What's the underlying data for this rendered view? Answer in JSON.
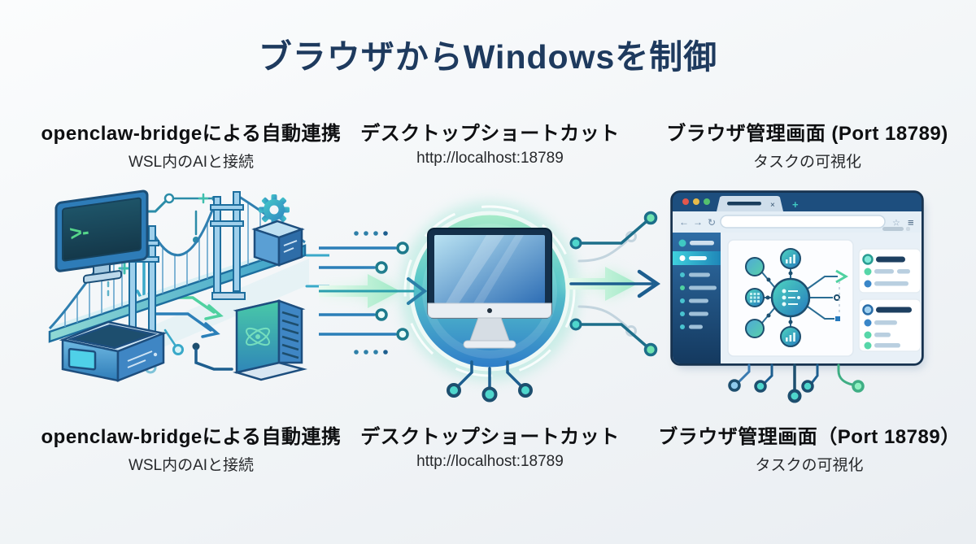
{
  "title": "ブラウザからWindowsを制御",
  "columns": {
    "bridge": {
      "top_heading": "openclaw-bridgeによる自動連携",
      "top_subtitle": "WSL内のAIと接続",
      "bottom_heading": "openclaw-bridgeによる自動連携",
      "bottom_subtitle": "WSL内のAIと接続"
    },
    "shortcut": {
      "top_heading": "デスクトップショートカット",
      "top_subtitle": "http://localhost:18789",
      "bottom_heading": "デスクトップショートカット",
      "bottom_subtitle": "http://localhost:18789"
    },
    "browser": {
      "top_heading": "ブラウザ管理画面 (Port 18789)",
      "top_subtitle": "タスクの可視化",
      "bottom_heading": "ブラウザ管理画面（Port 18789）",
      "bottom_subtitle": "タスクの可視化"
    }
  },
  "glyphs": {
    "terminal_prompt": ">-",
    "tab_close": "×",
    "new_tab": "+",
    "back": "←",
    "forward": "→",
    "reload": "↻",
    "star": "☆",
    "menu": "≡"
  },
  "colors": {
    "title_navy": "#1e3a5e",
    "line_blue": "#2b7fb8",
    "accent_teal": "#3ec6c0",
    "accent_green": "#4fd1a0",
    "glow_green": "#b2efd0",
    "browser_navy": "#1d4e7e",
    "background": "#f3f6f8"
  }
}
